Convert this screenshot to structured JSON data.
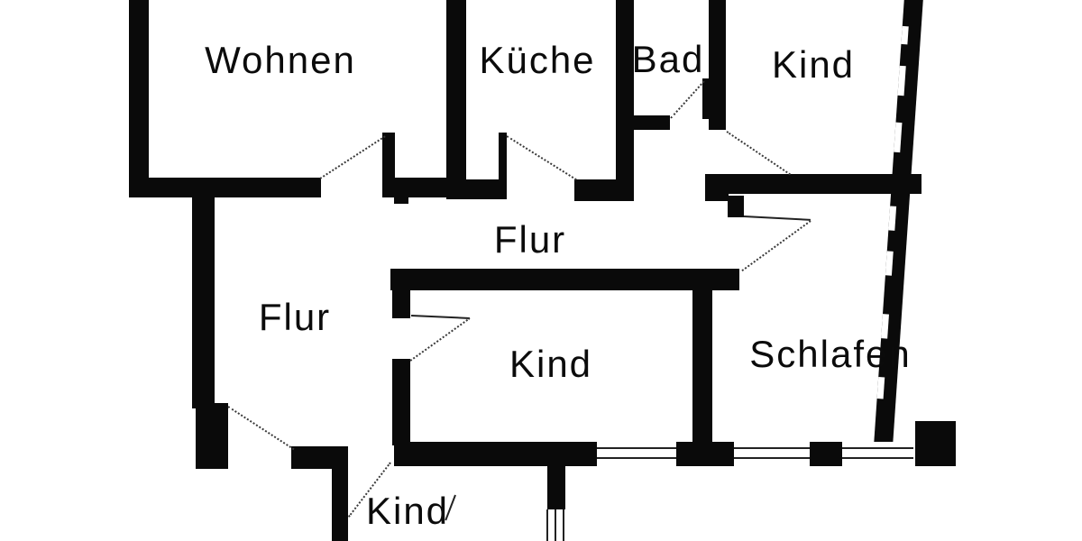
{
  "plan": {
    "type": "floor-plan",
    "language": "de",
    "background_color": "#ffffff",
    "wall_color": "#0a0a0a",
    "rooms": {
      "wohnen": {
        "label": "Wohnen"
      },
      "kueche": {
        "label": "Küche"
      },
      "bad": {
        "label": "Bad"
      },
      "kind_top_right": {
        "label": "Kind"
      },
      "flur_main": {
        "label": "Flur"
      },
      "flur_left": {
        "label": "Flur"
      },
      "kind_center": {
        "label": "Kind"
      },
      "schlafen": {
        "label": "Schlafen"
      },
      "kind_bottom": {
        "label": "Kind"
      }
    }
  }
}
